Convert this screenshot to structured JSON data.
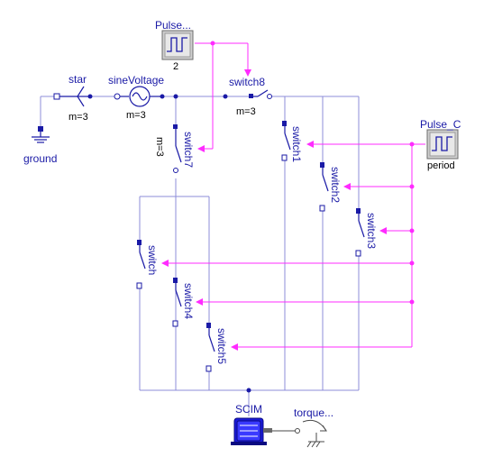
{
  "components": {
    "star": {
      "name": "star",
      "param": "m=3"
    },
    "ground": {
      "name": "ground"
    },
    "sineVoltage": {
      "name": "sineVoltage",
      "param": "m=3"
    },
    "pulse": {
      "name": "Pulse...",
      "param": "2"
    },
    "pulse_c": {
      "name": "Pulse_C",
      "param": "period"
    },
    "switch8": {
      "name": "switch8",
      "param": "m=3"
    },
    "switch7": {
      "name": "switch7",
      "param": "m=3"
    },
    "switch1": {
      "name": "switch1"
    },
    "switch2": {
      "name": "switch2"
    },
    "switch3": {
      "name": "switch3"
    },
    "switch": {
      "name": "switch"
    },
    "switch4": {
      "name": "switch4"
    },
    "switch5": {
      "name": "switch5"
    },
    "scim": {
      "name": "SCIM"
    },
    "torque": {
      "name": "torque..."
    }
  },
  "colors": {
    "electrical": "#8c8cd9",
    "electrical_dark": "#1a1aa6",
    "signal": "#ff2bff",
    "label": "#1a1aa6",
    "motor": "#1a1ad9",
    "source_block": "#cfcfcf"
  }
}
